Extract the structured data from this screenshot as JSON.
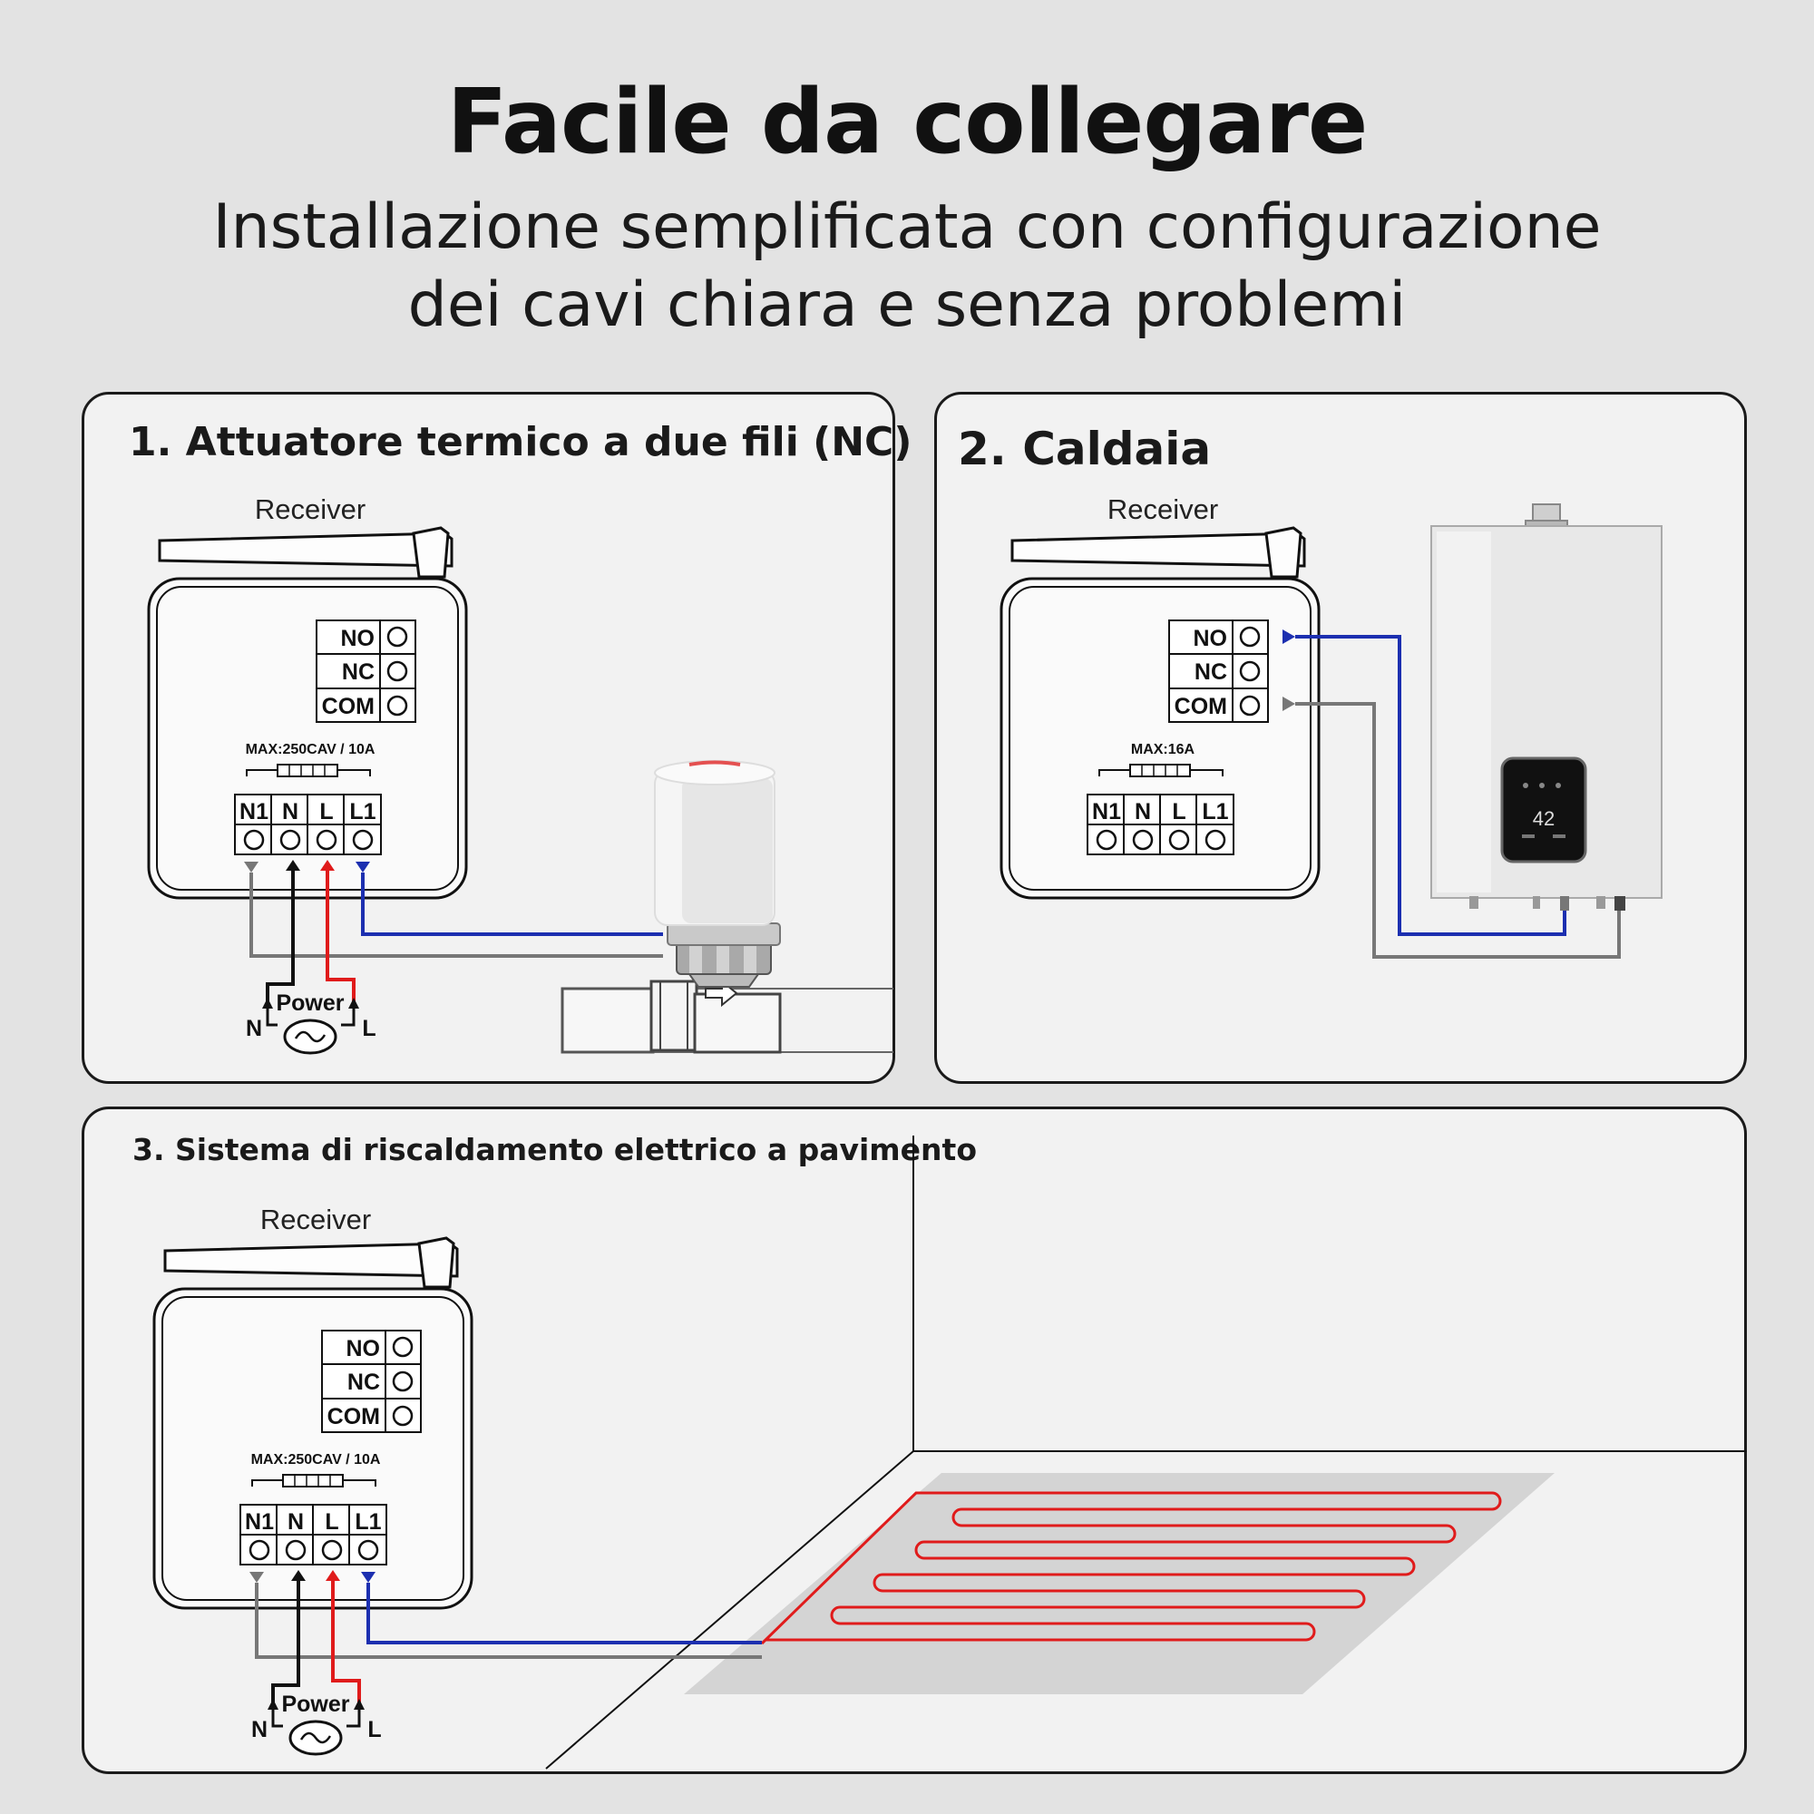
{
  "header": {
    "title": "Facile da collegare",
    "subtitle_line1": "Installazione semplificata con configurazione",
    "subtitle_line2": "dei cavi chiara e senza problemi"
  },
  "panels": [
    {
      "heading": "1. Attuatore termico a due fili (NC)",
      "receiver_label": "Receiver",
      "relay_terminals": [
        "NO",
        "NC",
        "COM"
      ],
      "rating": "MAX:250CAV / 10A",
      "power_terminals": [
        "N1",
        "N",
        "L",
        "L1"
      ],
      "power_label": "Power",
      "neutral_label": "N",
      "line_label": "L"
    },
    {
      "heading": "2. Caldaia",
      "receiver_label": "Receiver",
      "relay_terminals": [
        "NO",
        "NC",
        "COM"
      ],
      "rating": "MAX:16A",
      "power_terminals": [
        "N1",
        "N",
        "L",
        "L1"
      ],
      "boiler_display": "42"
    },
    {
      "heading": "3. Sistema di riscaldamento elettrico a pavimento",
      "receiver_label": "Receiver",
      "relay_terminals": [
        "NO",
        "NC",
        "COM"
      ],
      "rating": "MAX:250CAV / 10A",
      "power_terminals": [
        "N1",
        "N",
        "L",
        "L1"
      ],
      "power_label": "Power",
      "neutral_label": "N",
      "line_label": "L"
    }
  ],
  "colors": {
    "background": "#e3e3e3",
    "panel": "#f2f2f2",
    "wire_blue": "#1c2fb0",
    "wire_red": "#e01b1b",
    "wire_grey": "#777777",
    "wire_black": "#111111"
  }
}
